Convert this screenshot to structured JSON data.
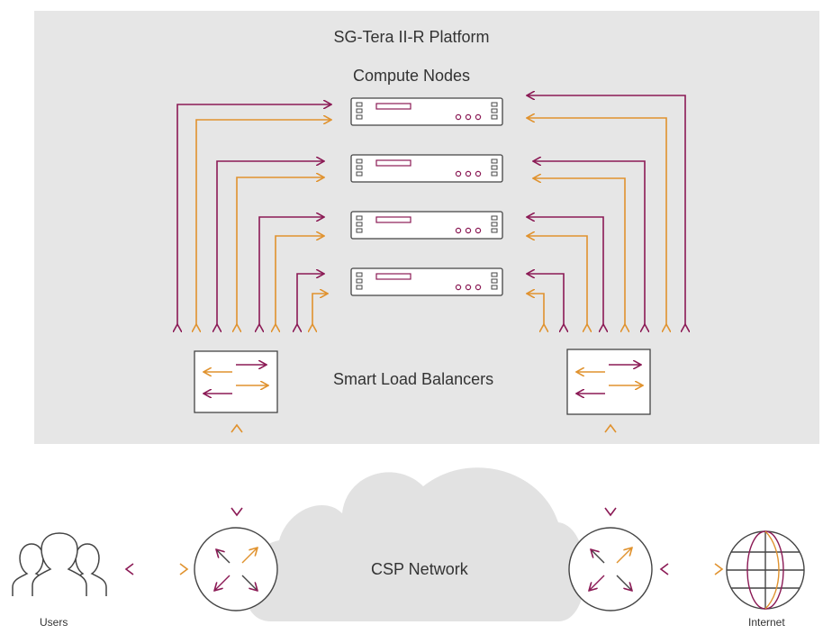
{
  "platform_title": "SG-Tera II-R Platform",
  "compute_label": "Compute Nodes",
  "balancers_label": "Smart Load Balancers",
  "network_label": "CSP Network",
  "users_label": "Users",
  "internet_label": "Internet",
  "colors": {
    "magenta": "#8b1a55",
    "orange": "#e0922e",
    "platform_bg": "#e6e6e6",
    "cloud": "#e2e2e2",
    "outline": "#444444"
  },
  "icons": [
    "server-icon",
    "load-balancer-icon",
    "router-icon",
    "users-icon",
    "globe-icon",
    "cloud-icon"
  ]
}
